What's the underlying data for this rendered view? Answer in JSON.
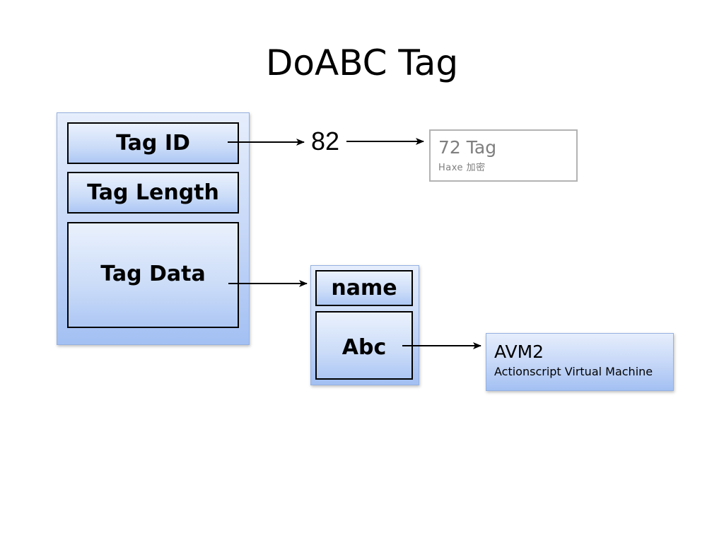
{
  "title": "DoABC Tag",
  "tag_structure": {
    "fields": [
      "Tag ID",
      "Tag Length",
      "Tag Data"
    ]
  },
  "tag_id_value": "82",
  "tag_id_note": {
    "title": "72 Tag",
    "subtitle": "Haxe   加密"
  },
  "tag_data_structure": {
    "fields": [
      "name",
      "Abc"
    ]
  },
  "abc_target": {
    "title": "AVM2",
    "subtitle": "Actionscript Virtual Machine"
  },
  "colors": {
    "box_fill_top": "#e6eefc",
    "box_fill_bottom": "#a3c0f3",
    "box_border": "#95b1e0",
    "note_text": "#7f7f7f",
    "note_border": "#b3b3b3"
  }
}
